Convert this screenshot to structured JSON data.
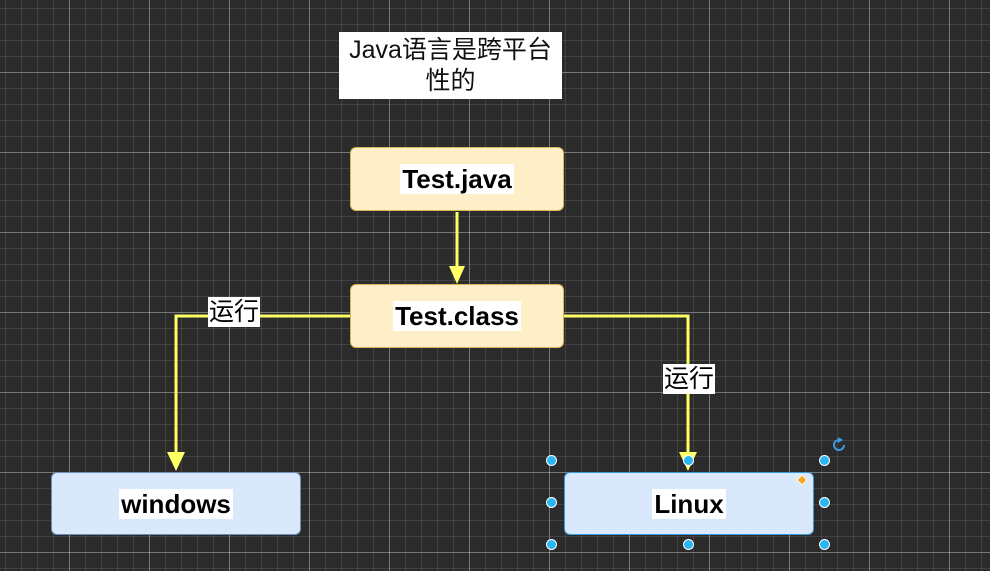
{
  "title_box": {
    "text": "Java语言是跨平台性的"
  },
  "nodes": {
    "test_java": {
      "label": "Test.java"
    },
    "test_class": {
      "label": "Test.class"
    },
    "windows": {
      "label": "windows"
    },
    "linux": {
      "label": "Linux"
    }
  },
  "edges": {
    "to_windows_label": "运行",
    "to_linux_label": "运行"
  },
  "colors": {
    "canvas_bg": "#2b2b2b",
    "edge": "#ffff66",
    "yellow_fill": "#ffefc9",
    "yellow_stroke": "#d6b656",
    "blue_fill": "#dae8fc",
    "blue_stroke": "#6c8ebf",
    "selection_handle": "#29b6f2",
    "shape_handle": "#f5a623"
  },
  "icons": [
    "rotate-icon",
    "selection-handle",
    "shape-handle-diamond"
  ]
}
